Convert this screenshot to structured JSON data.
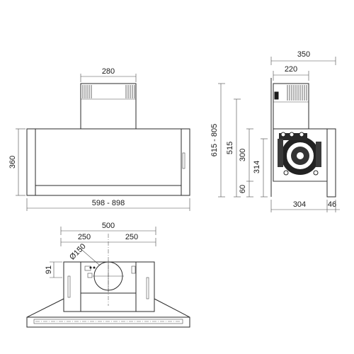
{
  "front_view": {
    "chimney_width": "280",
    "hood_height": "360",
    "hood_width": "598 - 898"
  },
  "side_view": {
    "total_height": "615 - 805",
    "depth_top": "350",
    "chimney_depth": "220",
    "height_515": "515",
    "height_300": "300",
    "height_314": "314",
    "height_60": "60",
    "depth_bottom": "304",
    "panel_depth": "46"
  },
  "top_view": {
    "total_width": "500",
    "half_left": "250",
    "half_right": "250",
    "outlet_diameter": "Ø150",
    "offset_91": "91"
  }
}
